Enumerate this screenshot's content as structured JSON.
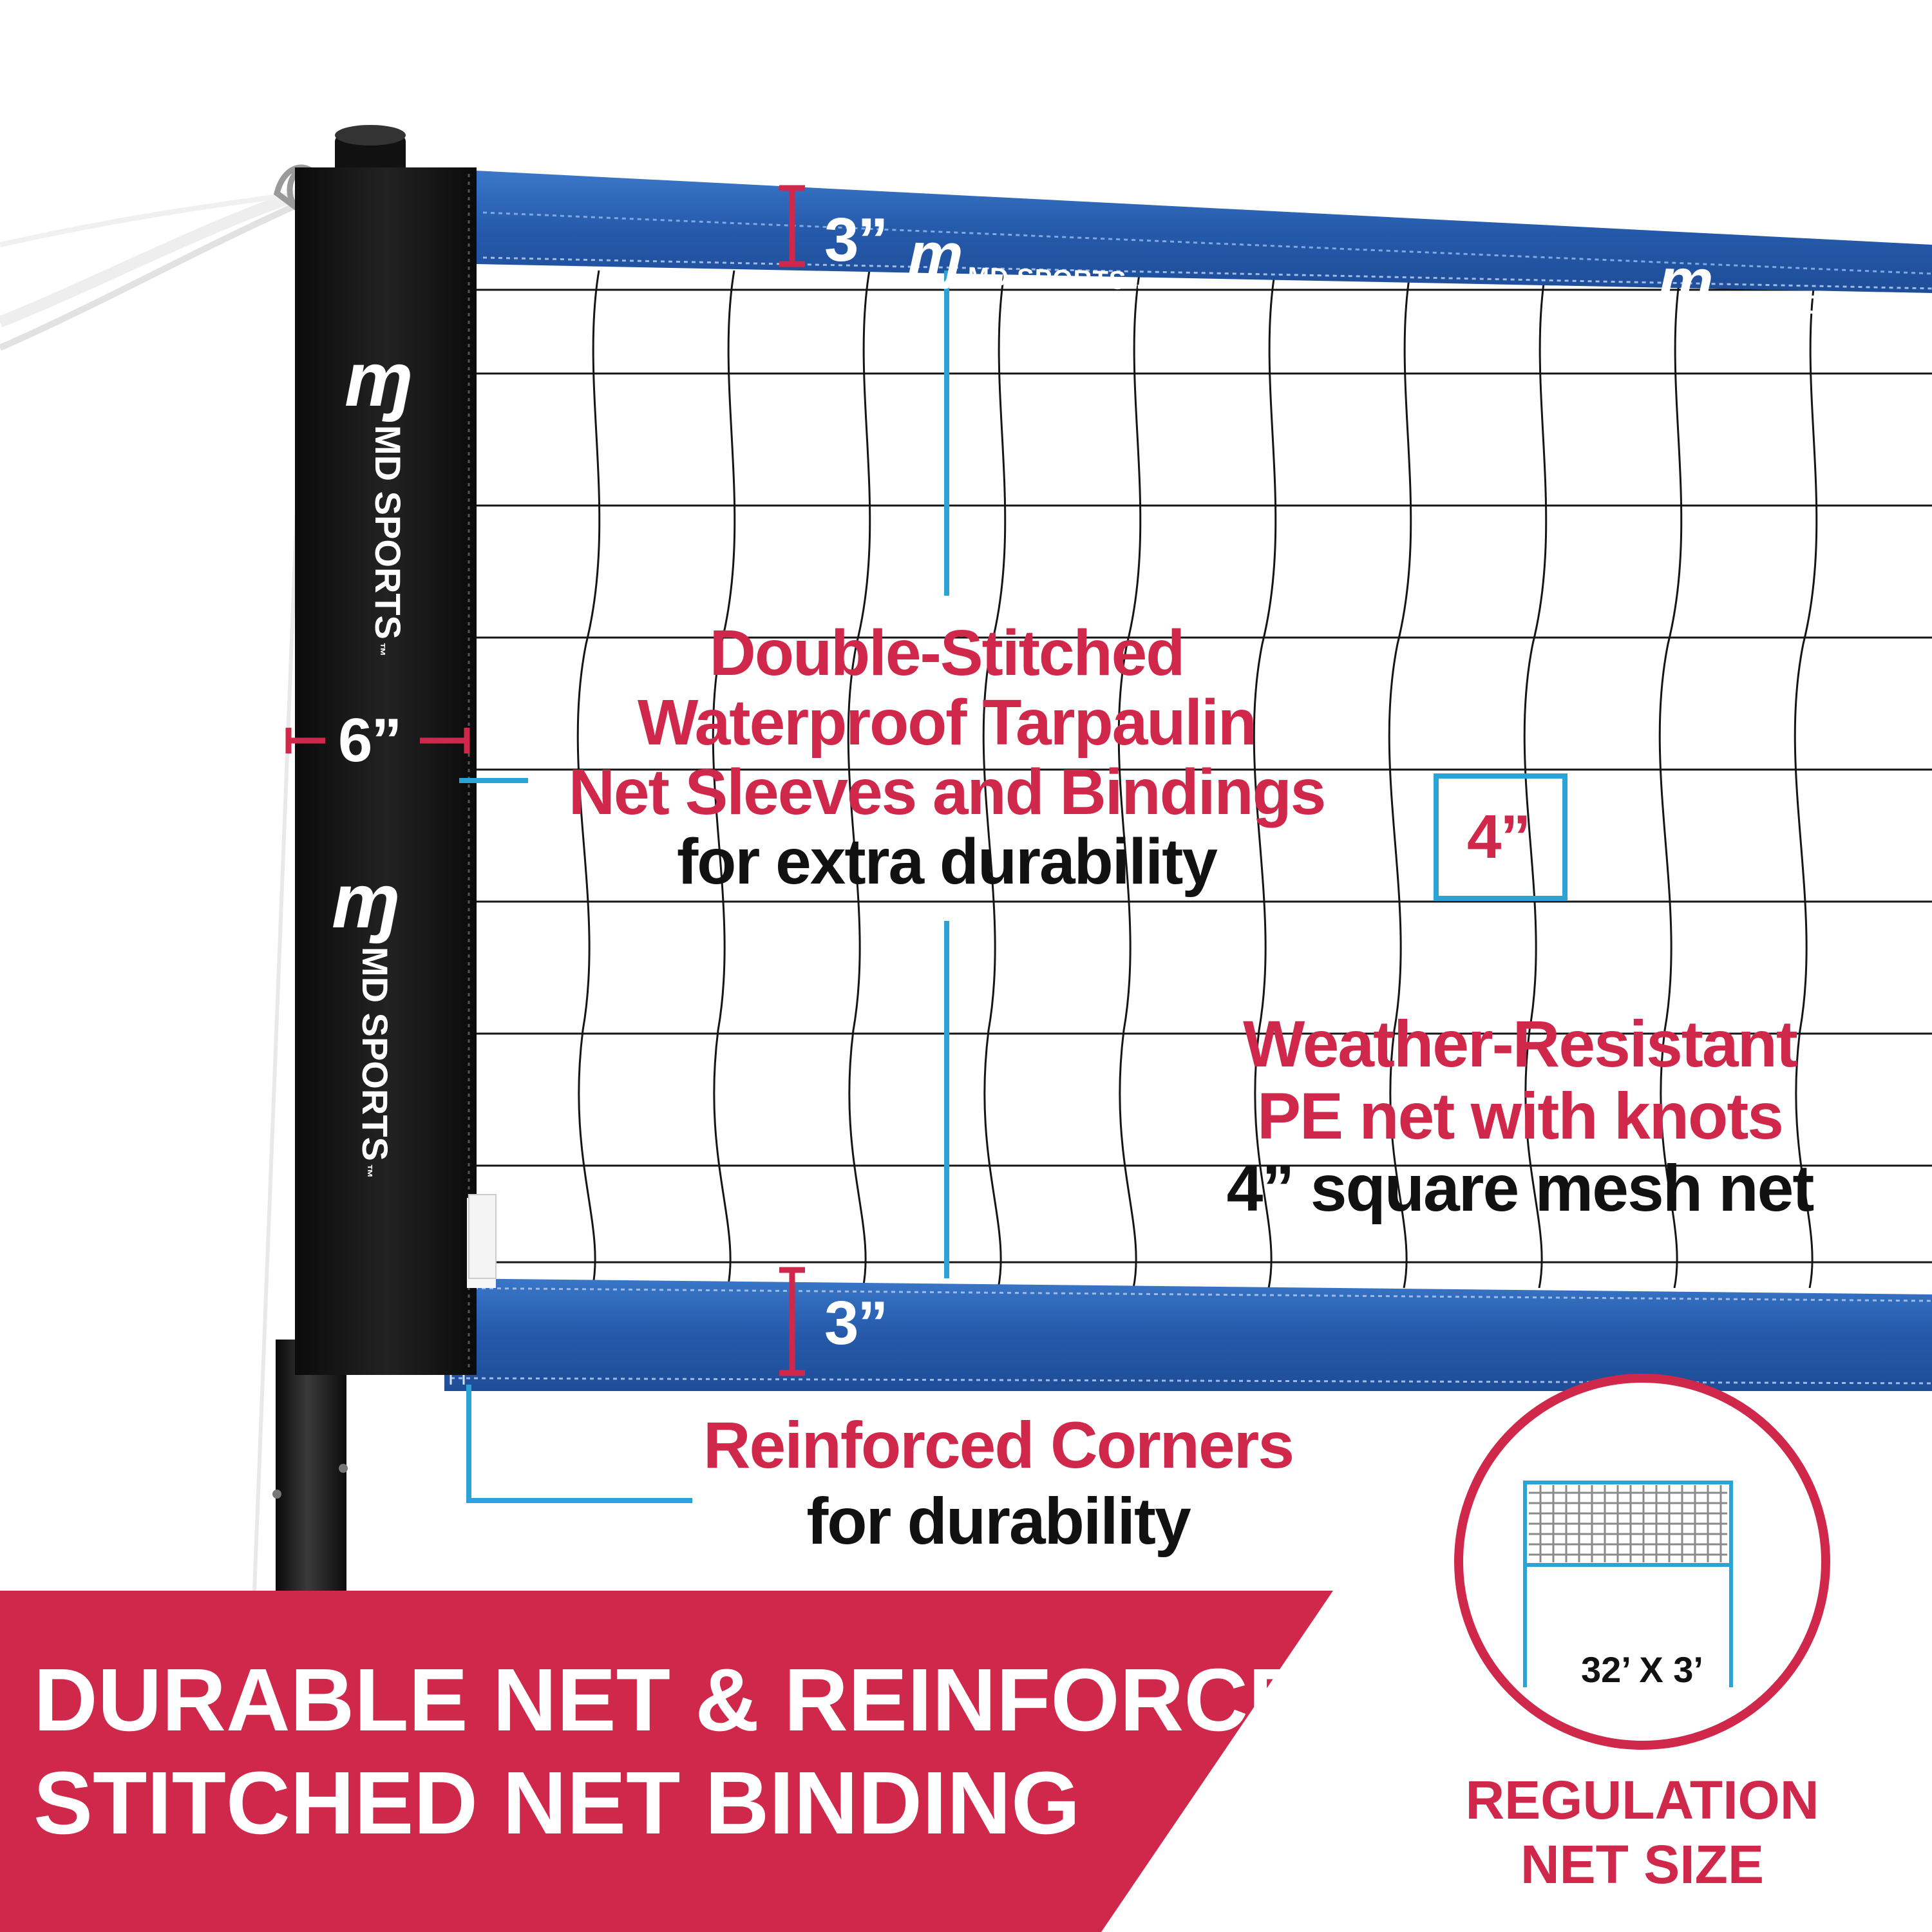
{
  "brand": {
    "logo_mark": "ɱ",
    "name": "MD SPORTS",
    "tm": "™",
    "sleeve_name": "MD SPORTS",
    "tag_line1": "MD SPORTS"
  },
  "dimensions": {
    "top_binding": "3”",
    "bottom_binding": "3”",
    "sleeve_width": "6”",
    "mesh_square": "4”"
  },
  "callouts": {
    "sleeves": {
      "line1": "Double-Stitched",
      "line2": "Waterproof Tarpaulin",
      "line3": "Net Sleeves and Bindings",
      "line4": "for extra durability"
    },
    "net": {
      "line1": "Weather-Resistant",
      "line2": "PE net with knots",
      "line3": "4” square mesh net"
    },
    "corners": {
      "line1": "Reinforced Corners",
      "line2": "for durability"
    }
  },
  "banner": {
    "line1": "DURABLE NET & REINFORCED",
    "line2": "STITCHED NET BINDING"
  },
  "regulation": {
    "size": "32’ X 3’",
    "line1": "REGULATION",
    "line2": "NET SIZE"
  },
  "colors": {
    "accent_red": "#d0284a",
    "binding_blue": "#2a64b8",
    "callout_line_blue": "#2ba3d6",
    "sleeve_black": "#151515"
  }
}
